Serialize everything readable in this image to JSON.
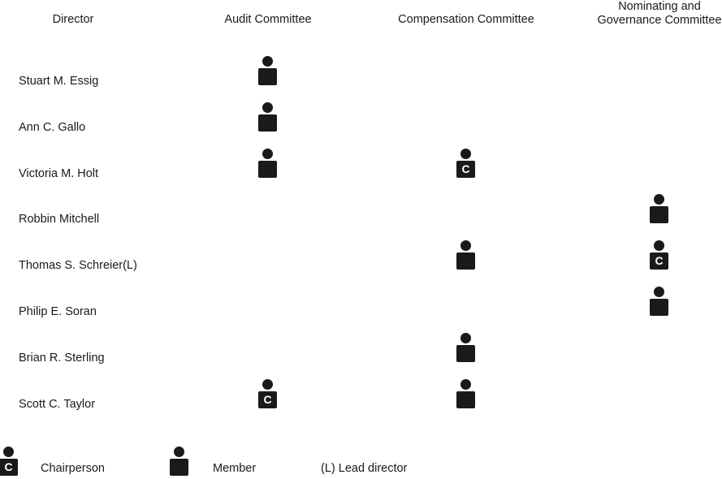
{
  "headers": {
    "director": "Director",
    "audit": "Audit Committee",
    "compensation": "Compensation Committee",
    "nominating_line1": "Nominating and",
    "nominating_line2": "Governance Committee"
  },
  "chair_symbol": "C",
  "colors": {
    "icon": "#1a1a1a",
    "text": "#1a1a1a",
    "background": "#ffffff"
  },
  "directors": [
    {
      "name": "Stuart M. Essig",
      "audit": "member",
      "compensation": "",
      "nominating": ""
    },
    {
      "name": "Ann C. Gallo",
      "audit": "member",
      "compensation": "",
      "nominating": ""
    },
    {
      "name": "Victoria M. Holt",
      "audit": "member",
      "compensation": "chair",
      "nominating": ""
    },
    {
      "name": "Robbin Mitchell",
      "audit": "",
      "compensation": "",
      "nominating": "member"
    },
    {
      "name": "Thomas S. Schreier(L)",
      "audit": "",
      "compensation": "member",
      "nominating": "chair"
    },
    {
      "name": "Philip E. Soran",
      "audit": "",
      "compensation": "",
      "nominating": "member"
    },
    {
      "name": "Brian R. Sterling",
      "audit": "",
      "compensation": "member",
      "nominating": ""
    },
    {
      "name": "Scott C. Taylor",
      "audit": "chair",
      "compensation": "member",
      "nominating": ""
    }
  ],
  "legend": {
    "chair_label": "Chairperson",
    "member_label": "Member",
    "lead_label": "(L) Lead director"
  }
}
